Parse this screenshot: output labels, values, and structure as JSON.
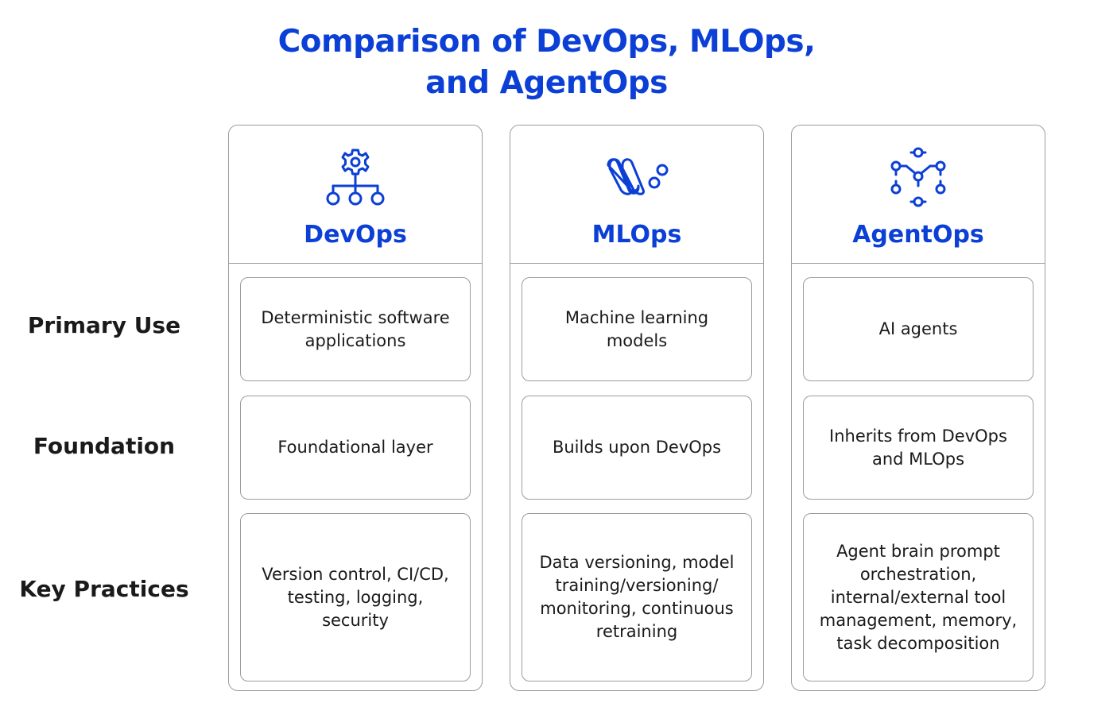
{
  "title": {
    "line1": "Comparison of DevOps, MLOps,",
    "line2": "and AgentOps"
  },
  "rows": {
    "primary_use": "Primary Use",
    "foundation": "Foundation",
    "key_practices": "Key Practices"
  },
  "columns": [
    {
      "name": "DevOps",
      "icon": "gear-hierarchy-icon",
      "primary_use": "Deterministic software applications",
      "foundation": "Foundational layer",
      "key_practices": "Version control, CI/CD, testing, logging, security"
    },
    {
      "name": "MLOps",
      "icon": "ml-waves-icon",
      "primary_use": "Machine learning models",
      "foundation": "Builds upon DevOps",
      "key_practices": "Data versioning, model training/versioning/ monitoring, continuous retraining"
    },
    {
      "name": "AgentOps",
      "icon": "agent-network-icon",
      "primary_use": "AI agents",
      "foundation": "Inherits from DevOps and MLOps",
      "key_practices": "Agent brain prompt orchestration, internal/external tool management, memory, task decomposition"
    }
  ],
  "colors": {
    "accent": "#0b3fd6",
    "text": "#1a1a1a",
    "border": "#9c9c9c"
  }
}
